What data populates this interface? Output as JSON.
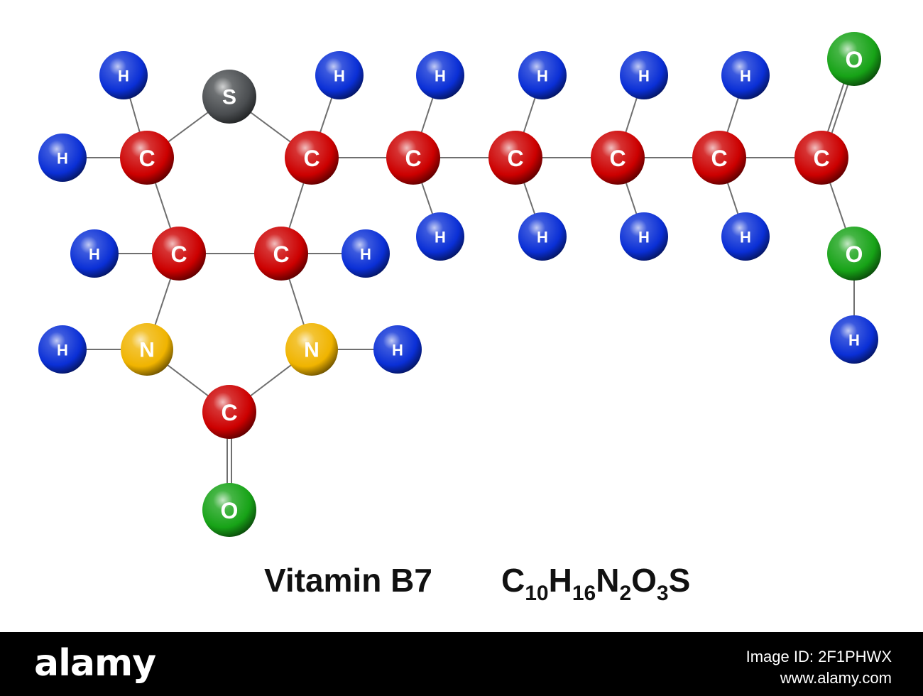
{
  "molecule": {
    "name": "Vitamin B7",
    "formula": [
      {
        "el": "C",
        "n": "10"
      },
      {
        "el": "H",
        "n": "16"
      },
      {
        "el": "N",
        "n": "2"
      },
      {
        "el": "O",
        "n": "3"
      },
      {
        "el": "S",
        "n": ""
      }
    ],
    "element_colors": {
      "C": "#cc0000",
      "H": "#0a2fd6",
      "N": "#f0b400",
      "O": "#17a317",
      "S": "#4a4d50"
    },
    "atoms": [
      {
        "id": "S1",
        "el": "S"
      },
      {
        "id": "C2",
        "el": "C"
      },
      {
        "id": "C3",
        "el": "C"
      },
      {
        "id": "C4",
        "el": "C"
      },
      {
        "id": "C5",
        "el": "C"
      },
      {
        "id": "N1",
        "el": "N"
      },
      {
        "id": "N2",
        "el": "N"
      },
      {
        "id": "C6",
        "el": "C"
      },
      {
        "id": "O1",
        "el": "O"
      },
      {
        "id": "Ca",
        "el": "C"
      },
      {
        "id": "Cb",
        "el": "C"
      },
      {
        "id": "Cc",
        "el": "C"
      },
      {
        "id": "Cd",
        "el": "C"
      },
      {
        "id": "Ce",
        "el": "C"
      },
      {
        "id": "O2",
        "el": "O"
      },
      {
        "id": "O3",
        "el": "O"
      },
      {
        "id": "H1",
        "el": "H"
      },
      {
        "id": "H2",
        "el": "H"
      },
      {
        "id": "H3",
        "el": "H"
      },
      {
        "id": "H4",
        "el": "H"
      },
      {
        "id": "H5",
        "el": "H"
      },
      {
        "id": "H6",
        "el": "H"
      },
      {
        "id": "H7",
        "el": "H"
      },
      {
        "id": "Ha1",
        "el": "H"
      },
      {
        "id": "Ha2",
        "el": "H"
      },
      {
        "id": "Hb1",
        "el": "H"
      },
      {
        "id": "Hb2",
        "el": "H"
      },
      {
        "id": "Hc1",
        "el": "H"
      },
      {
        "id": "Hc2",
        "el": "H"
      },
      {
        "id": "Hd1",
        "el": "H"
      },
      {
        "id": "Hd2",
        "el": "H"
      },
      {
        "id": "H8",
        "el": "H"
      }
    ],
    "bonds": [
      [
        "S1",
        "C2",
        1
      ],
      [
        "S1",
        "C3",
        1
      ],
      [
        "C2",
        "C4",
        1
      ],
      [
        "C3",
        "C5",
        1
      ],
      [
        "C4",
        "C5",
        1
      ],
      [
        "C4",
        "N1",
        1
      ],
      [
        "C5",
        "N2",
        1
      ],
      [
        "N1",
        "C6",
        1
      ],
      [
        "N2",
        "C6",
        1
      ],
      [
        "C6",
        "O1",
        2
      ],
      [
        "C3",
        "Ca",
        1
      ],
      [
        "Ca",
        "Cb",
        1
      ],
      [
        "Cb",
        "Cc",
        1
      ],
      [
        "Cc",
        "Cd",
        1
      ],
      [
        "Cd",
        "Ce",
        1
      ],
      [
        "Ce",
        "O2",
        2
      ],
      [
        "Ce",
        "O3",
        1
      ],
      [
        "O3",
        "H8",
        1
      ],
      [
        "C2",
        "H1",
        1
      ],
      [
        "C2",
        "H2",
        1
      ],
      [
        "C3",
        "H3",
        1
      ],
      [
        "C4",
        "H4",
        1
      ],
      [
        "C5",
        "H5",
        1
      ],
      [
        "N1",
        "H6",
        1
      ],
      [
        "N2",
        "H7",
        1
      ],
      [
        "Ca",
        "Ha1",
        1
      ],
      [
        "Ca",
        "Ha2",
        1
      ],
      [
        "Cb",
        "Hb1",
        1
      ],
      [
        "Cb",
        "Hb2",
        1
      ],
      [
        "Cc",
        "Hc1",
        1
      ],
      [
        "Cc",
        "Hc2",
        1
      ],
      [
        "Cd",
        "Hd1",
        1
      ],
      [
        "Cd",
        "Hd2",
        1
      ]
    ]
  },
  "footer": {
    "logo": "alamy",
    "image_id": "Image ID: 2F1PHWX",
    "url": "www.alamy.com"
  }
}
